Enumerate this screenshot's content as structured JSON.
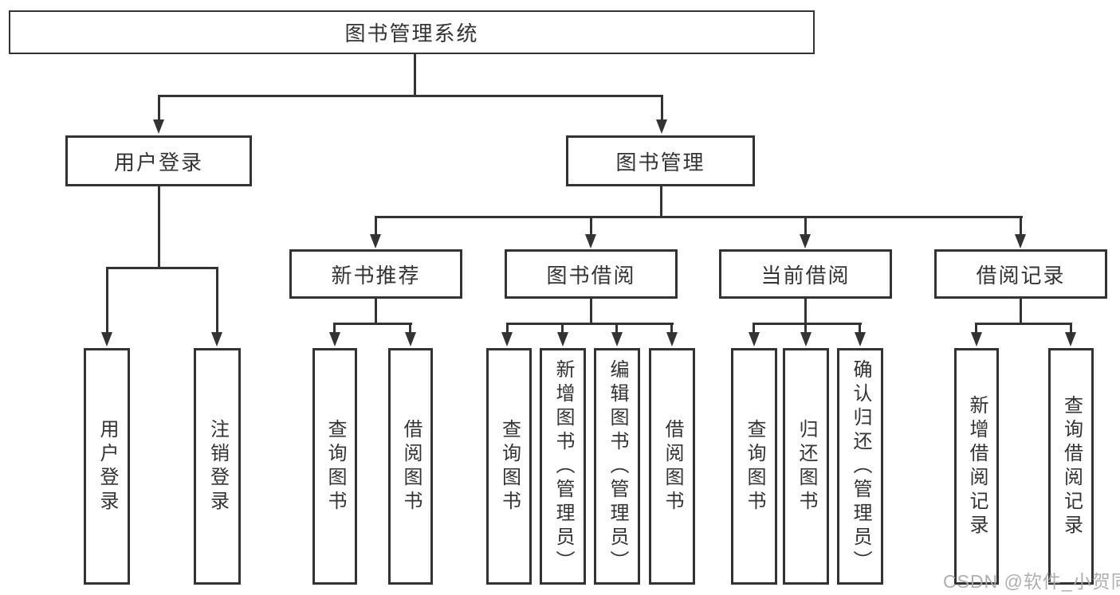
{
  "diagram": {
    "root": "图书管理系统",
    "branches": [
      {
        "label": "用户登录",
        "children": [
          "用户登录",
          "注销登录"
        ]
      },
      {
        "label": "图书管理",
        "sections": [
          {
            "label": "新书推荐",
            "children": [
              "查询图书",
              "借阅图书"
            ]
          },
          {
            "label": "图书借阅",
            "children": [
              "查询图书",
              "新增图书（管理员）",
              "编辑图书（管理员）",
              "借阅图书"
            ]
          },
          {
            "label": "当前借阅",
            "children": [
              "查询图书",
              "归还图书",
              "确认归还（管理员）"
            ]
          },
          {
            "label": "借阅记录",
            "children": [
              "新增借阅记录",
              "查询借阅记录"
            ]
          }
        ]
      }
    ]
  },
  "watermark": "CSDN @软件_小贺同学",
  "colors": {
    "line": "#333333",
    "background": "#ffffff",
    "watermark": "#a8a8a8"
  }
}
